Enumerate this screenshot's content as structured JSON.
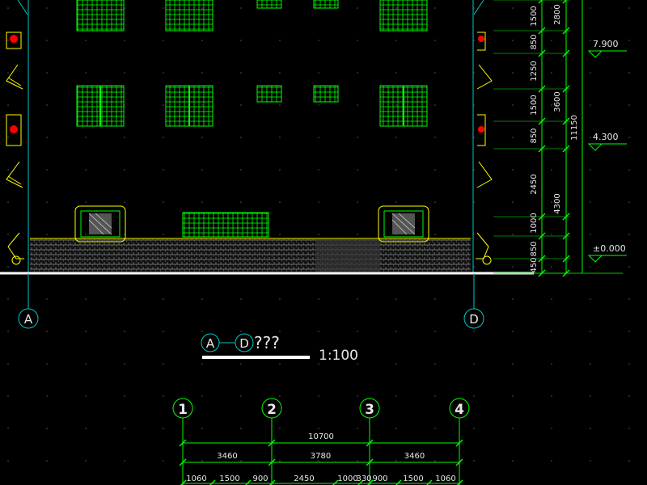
{
  "drawing": {
    "title_grid_a": "A",
    "title_grid_d": "D",
    "title_suffix": "???",
    "scale": "1:100"
  },
  "axes_elevation": [
    "A",
    "D"
  ],
  "axes_plan": [
    "1",
    "2",
    "3",
    "4"
  ],
  "vertical_dims": {
    "segments": [
      "1500",
      "850",
      "1250",
      "1500",
      "850",
      "2450",
      "1000",
      "850",
      "450"
    ],
    "groups": [
      "2800",
      "3600",
      "4300"
    ],
    "total": "11150"
  },
  "levels": [
    "7.900",
    "4.300",
    "±0.000"
  ],
  "horizontal_dims": {
    "total": "10700",
    "bays": [
      "3460",
      "3780",
      "3460"
    ],
    "segments": [
      "1060",
      "1500",
      "900",
      "2450",
      "1000",
      "330",
      "900",
      "1500",
      "1060"
    ]
  },
  "colors": {
    "background": "#000000",
    "line_green": "#00ff00",
    "line_cyan": "#00c8c8",
    "line_yellow": "#ffff00",
    "accent_red": "#ff0000",
    "text": "#e8e8e8"
  }
}
